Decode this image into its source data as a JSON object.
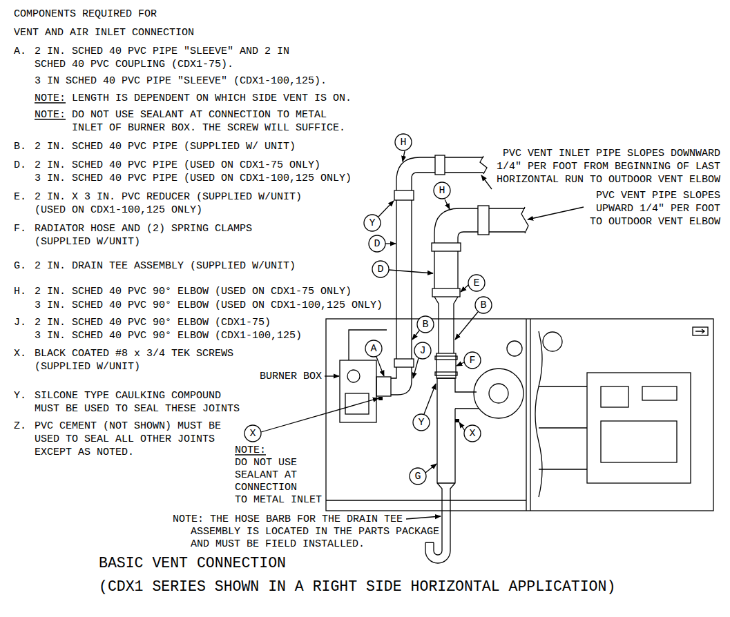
{
  "diagram": {
    "title": "BASIC VENT CONNECTION",
    "caption": "(CDX1 SERIES SHOWN IN A RIGHT SIDE HORIZONTAL APPLICATION)",
    "nodes": [
      {
        "text": [
          "H"
        ]
      },
      {
        "text": [
          "H"
        ]
      },
      {
        "text": [
          "Y"
        ]
      },
      {
        "text": [
          "D"
        ]
      },
      {
        "text": [
          "D"
        ]
      },
      {
        "text": [
          "E"
        ]
      },
      {
        "text": [
          "B"
        ]
      },
      {
        "text": [
          "B"
        ]
      },
      {
        "text": [
          "A"
        ]
      },
      {
        "text": [
          "J"
        ]
      },
      {
        "text": [
          "F"
        ]
      },
      {
        "text": [
          "Y"
        ]
      },
      {
        "text": [
          "X"
        ]
      },
      {
        "text": [
          "X"
        ]
      },
      {
        "text": [
          "G"
        ]
      }
    ],
    "labels": [
      "COMPONENTS REQUIRED FOR",
      "VENT AND AIR INLET CONNECTION",
      "A.",
      "2 IN. SCHED 40 PVC PIPE \"SLEEVE\" AND 2 IN SCHED 40 PVC COUPLING (CDX1-75).",
      "3 IN SCHED 40 PVC PIPE \"SLEEVE\" (CDX1-100,125).",
      "NOTE: LENGTH IS DEPENDENT ON WHICH SIDE VENT IS ON.",
      "NOTE: DO NOT USE SEALANT AT CONNECTION TO METAL",
      "INLET OF BURNER BOX. THE SCREW WILL SUFFICE.",
      "B.",
      "2 IN. SCHED 40 PVC PIPE (SUPPLIED W/ UNIT)",
      "D.",
      "2 IN. SCHED 40 PVC PIPE (USED ON CDX1-75 ONLY)",
      "3 IN. SCHED 40 PVC PIPE (USED ON CDX1-100,125 ONLY)",
      "E.",
      "2 IN. X 3 IN. PVC REDUCER (SUPPLIED W/UNIT) (USED ON CDX1-100,125 ONLY)",
      "F.",
      "RADIATOR HOSE AND (2) SPRING CLAMPS (SUPPLIED W/UNIT)",
      "G.",
      "2 IN. DRAIN TEE ASSEMBLY (SUPPLIED W/UNIT)",
      "H.",
      "2 IN. SCHED 40 PVC 90° ELBOW (USED ON CDX1-75 ONLY)",
      "3 IN. SCHED 40 PVC 90° ELBOW (USED ON CDX1-100,125 ONLY)",
      "J.",
      "2 IN. SCHED 40 PVC 90° ELBOW (CDX1-75)",
      "3 IN. SCHED 40 PVC 90° ELBOW (CDX1-100,125)",
      "X.",
      "BLACK COATED #8 x 3/4 TEK SCREWS (SUPPLIED W/UNIT)",
      "Y.",
      "SILCONE TYPE CAULKING COMPOUND",
      "MUST BE USED TO SEAL THESE JOINTS",
      "Z.",
      "PVC CEMENT (NOT SHOWN) MUST BE USED TO SEAL ALL OTHER JOINTS EXCEPT AS NOTED.",
      "PVC VENT INLET PIPE SLOPES DOWNWARD 1/4\" PER FOOT FROM BEGINNING OF LAST HORIZONTAL RUN TO OUTDOOR VENT ELBOW",
      "PVC VENT PIPE SLOPES UPWARD 1/4\" PER FOOT TO OUTDOOR VENT ELBOW",
      "BURNER BOX",
      "NOTE:",
      "DO NOT USE",
      "SEALANT AT",
      "CONNECTION",
      "TO METAL INLET",
      "NOTE: THE HOSE BARB FOR THE DRAIN TEE",
      "ASSEMBLY IS LOCATED IN THE PARTS PACKAGE",
      "AND MUST BE FIELD INSTALLED."
    ]
  }
}
